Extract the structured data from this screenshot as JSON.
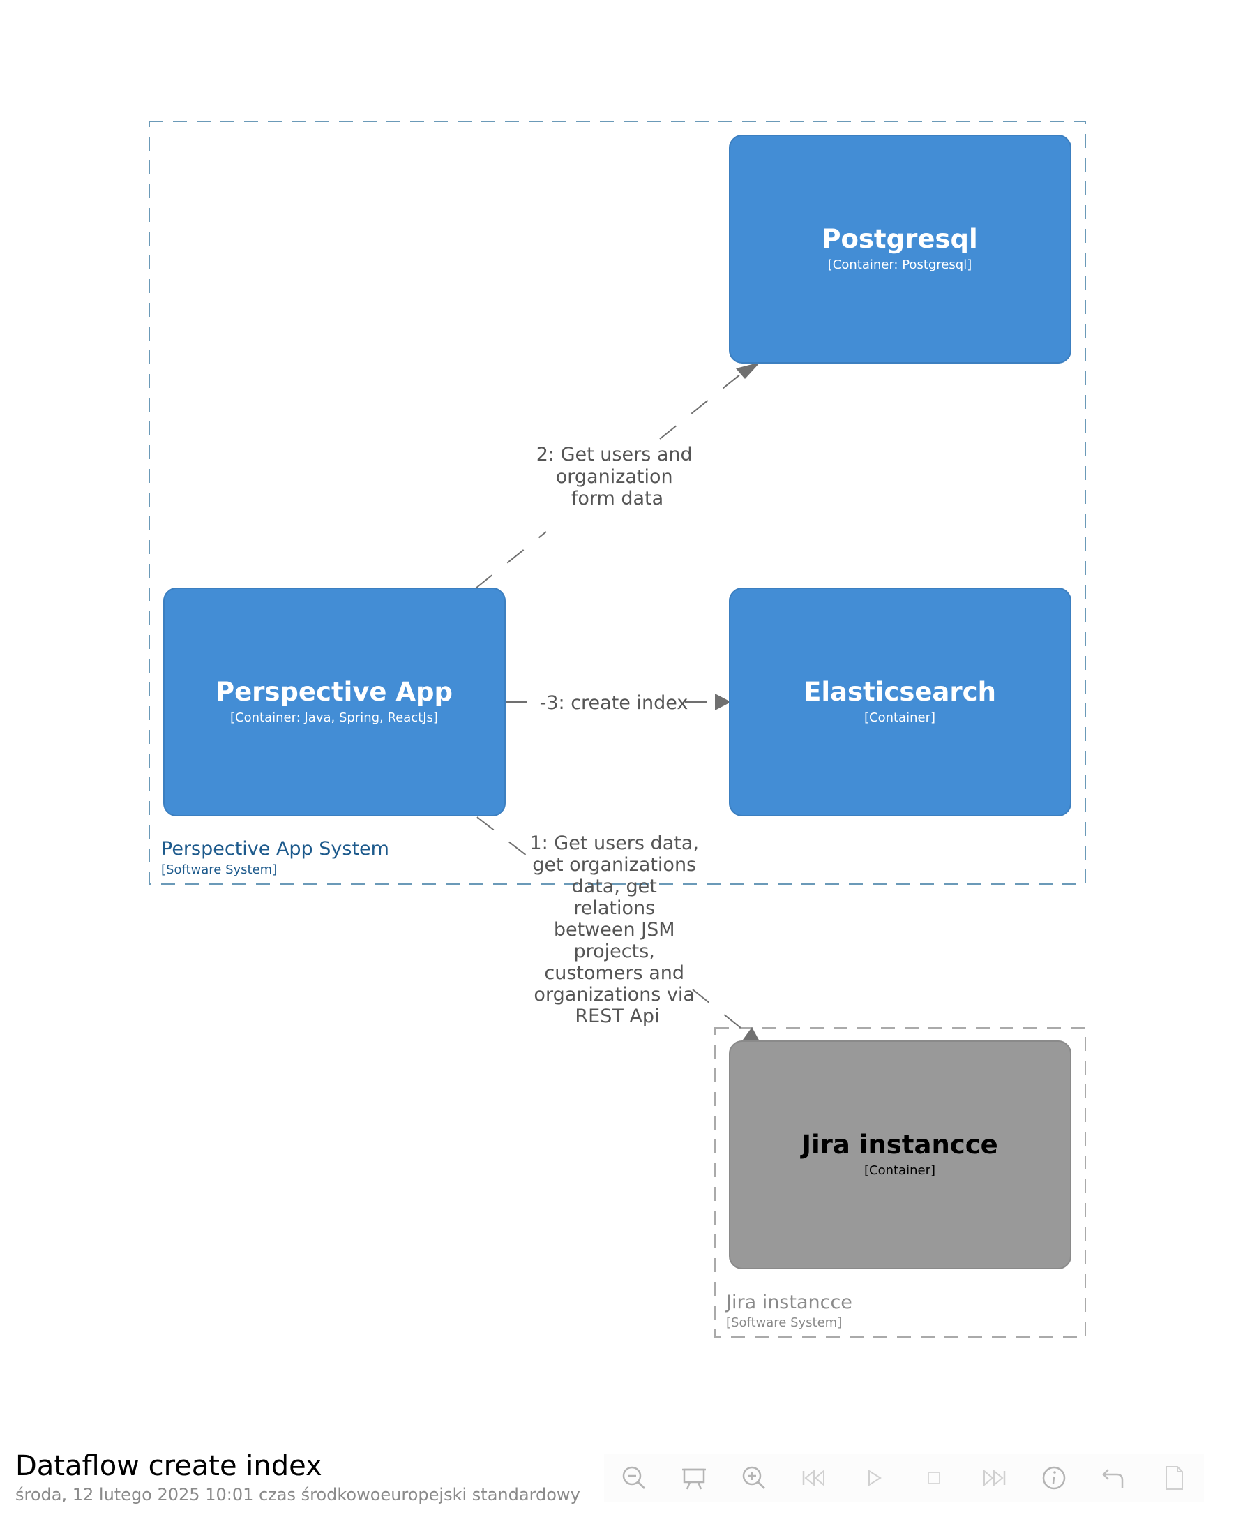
{
  "diagram": {
    "title": "Dataflow create index",
    "timestamp": "środa, 12 lutego 2025 10:01 czas środkowoeuropejski standardowy",
    "boundaries": [
      {
        "id": "perspective-system",
        "name": "Perspective App System",
        "type": "[Software System]",
        "color": "#1d5a8c"
      },
      {
        "id": "jira-system",
        "name": "Jira instancce",
        "type": "[Software System]",
        "color": "#8a8a8a"
      }
    ],
    "containers": [
      {
        "id": "postgresql",
        "name": "Postgresql",
        "type": "[Container: Postgresql]",
        "fill": "#438dd5",
        "text_color": "#ffffff"
      },
      {
        "id": "perspective-app",
        "name": "Perspective App",
        "type": "[Container: Java, Spring, ReactJs]",
        "fill": "#438dd5",
        "text_color": "#ffffff"
      },
      {
        "id": "elasticsearch",
        "name": "Elasticsearch",
        "type": "[Container]",
        "fill": "#438dd5",
        "text_color": "#ffffff"
      },
      {
        "id": "jira-instance",
        "name": "Jira instancce",
        "type": "[Container]",
        "fill": "#999999",
        "text_color": "#000000"
      }
    ],
    "relationships": [
      {
        "from": "perspective-app",
        "to": "postgresql",
        "lines": [
          "2: Get users and",
          "organization",
          "form data"
        ]
      },
      {
        "from": "perspective-app",
        "to": "elasticsearch",
        "lines": [
          "-3: create index"
        ]
      },
      {
        "from": "perspective-app",
        "to": "jira-instance",
        "lines": [
          "1: Get users data,",
          "get organizations",
          "data, get",
          "relations",
          "between JSM",
          "projects,",
          "customers and",
          "organizations via",
          "REST Api"
        ]
      }
    ]
  },
  "toolbar": {
    "buttons": [
      "zoom-out-icon",
      "presentation-icon",
      "zoom-in-icon",
      "skip-back-icon",
      "play-icon",
      "stop-icon",
      "skip-forward-icon",
      "info-icon",
      "undo-icon",
      "png-export-icon"
    ]
  }
}
